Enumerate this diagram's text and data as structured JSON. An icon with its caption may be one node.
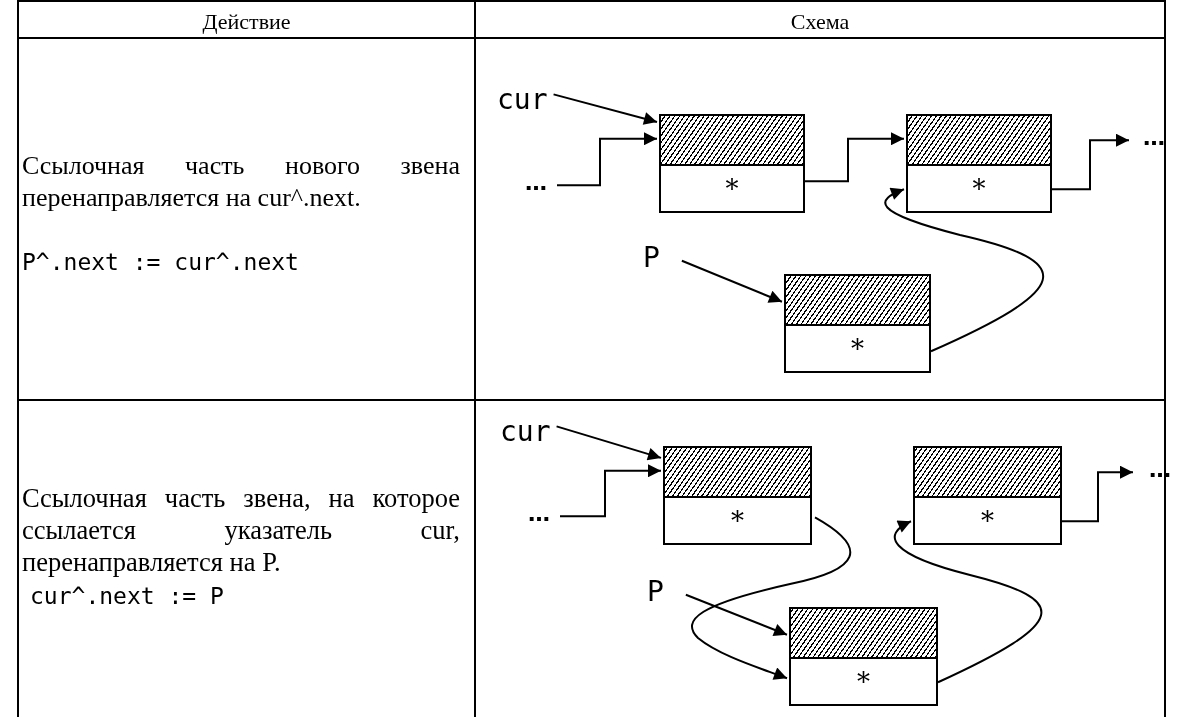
{
  "diagram": {
    "nodes": [
      {
        "text": [
          "cur"
        ]
      },
      {
        "text": [
          "…"
        ]
      },
      {
        "text": [
          "*"
        ]
      },
      {
        "text": [
          "*"
        ]
      },
      {
        "text": [
          "…"
        ]
      },
      {
        "text": [
          "P"
        ]
      },
      {
        "text": [
          "*"
        ]
      },
      {
        "text": [
          "cur"
        ]
      },
      {
        "text": [
          "…"
        ]
      },
      {
        "text": [
          "*"
        ]
      },
      {
        "text": [
          "*"
        ]
      },
      {
        "text": [
          "…"
        ]
      },
      {
        "text": [
          "P"
        ]
      },
      {
        "text": [
          "*"
        ]
      }
    ],
    "edges": [
      {
        "from": 0,
        "to": 2,
        "arrow": "to"
      },
      {
        "from": 1,
        "to": 2,
        "arrow": "to"
      },
      {
        "from": 2,
        "to": 3,
        "arrow": "to"
      },
      {
        "from": 3,
        "to": 4,
        "arrow": "to"
      },
      {
        "from": 5,
        "to": 6,
        "arrow": "to"
      },
      {
        "from": 6,
        "to": 3,
        "arrow": "to"
      },
      {
        "from": 7,
        "to": 9,
        "arrow": "to"
      },
      {
        "from": 8,
        "to": 9,
        "arrow": "to"
      },
      {
        "from": 9,
        "to": 13,
        "arrow": "to"
      },
      {
        "from": 10,
        "to": 11,
        "arrow": "to"
      },
      {
        "from": 12,
        "to": 13,
        "arrow": "to"
      },
      {
        "from": 13,
        "to": 10,
        "arrow": "to"
      }
    ],
    "labels": [
      "Действие",
      "Схема",
      "Ссылочная часть нового звена перенаправляется на cur^.next.",
      "P^.next := cur^.next",
      "Ссылочная часть звена, на которое ссылается указатель cur, перенаправляется на P.",
      "cur^.next := P"
    ]
  }
}
